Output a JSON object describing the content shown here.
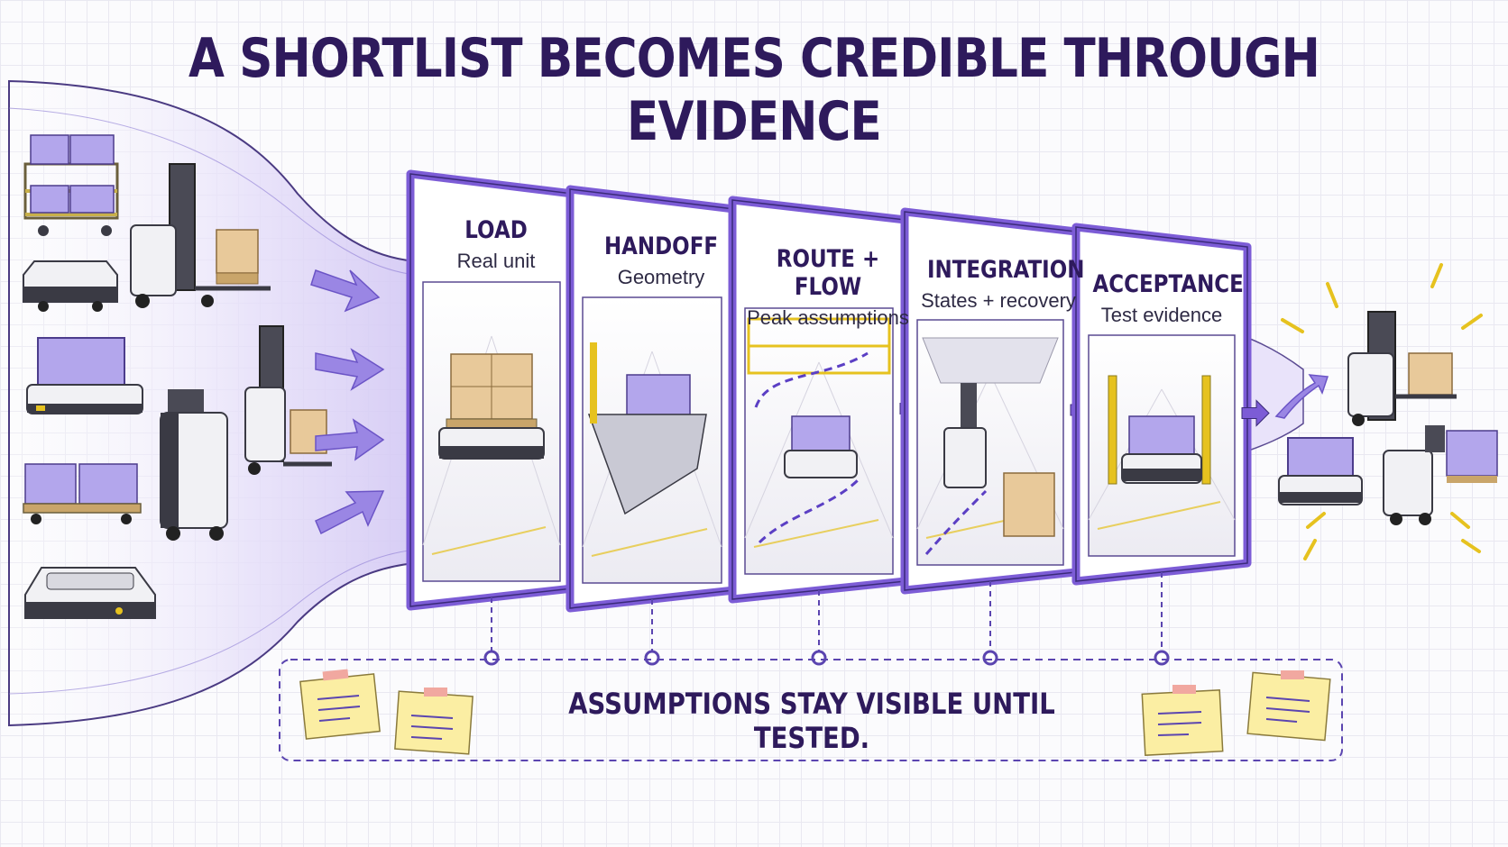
{
  "title": "A SHORTLIST BECOMES CREDIBLE THROUGH EVIDENCE",
  "stages": [
    {
      "title": "LOAD",
      "subtitle": "Real unit"
    },
    {
      "title": "HANDOFF",
      "subtitle": "Geometry"
    },
    {
      "title": "ROUTE + FLOW",
      "subtitle": "Peak assumptions"
    },
    {
      "title": "INTEGRATION",
      "subtitle": "States + recovery"
    },
    {
      "title": "ACCEPTANCE",
      "subtitle": "Test evidence"
    }
  ],
  "callout": "ASSUMPTIONS STAY VISIBLE UNTIL TESTED.",
  "colors": {
    "accent_purple": "#7c5cd6",
    "bin_fill": "#b3a6ec",
    "dark_ink": "#2e1a5c",
    "box_tan": "#e8c99a",
    "sticky_yellow": "#fbeea3",
    "marker_yellow": "#e6c21f",
    "robot_body": "#f1f1f4",
    "robot_dark": "#3a3a44"
  },
  "icons": {
    "arrows": "chevron-arrow-icon",
    "note": "sticky-note-icon",
    "vehicle": "autonomous-mobile-robot-icon",
    "burst": "success-burst-icon"
  }
}
